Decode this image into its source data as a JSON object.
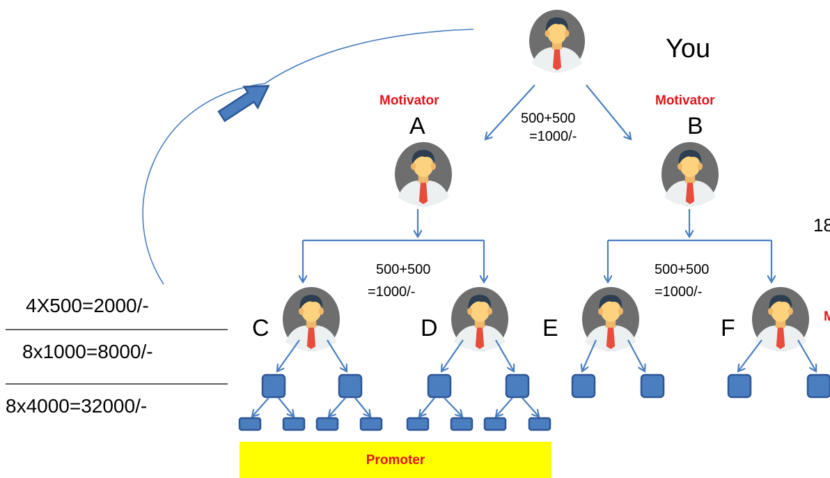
{
  "top_person": {
    "label": "You"
  },
  "motivators": [
    {
      "role": "Motivator",
      "letter": "A"
    },
    {
      "role": "Motivator",
      "letter": "B"
    }
  ],
  "amounts": {
    "top": [
      "500+500",
      "=1000/-"
    ],
    "left": [
      "500+500",
      "=1000/-"
    ],
    "right": [
      "500+500",
      "=1000/-"
    ]
  },
  "letters": {
    "c": "C",
    "d": "D",
    "e": "E",
    "f": "F"
  },
  "left_calcs": [
    "4X500=2000/-",
    "8x1000=8000/-",
    "8x4000=32000/-"
  ],
  "cut_text": {
    "right_number": "18",
    "right_red": "M"
  },
  "promoter": {
    "label": "Promoter"
  },
  "colors": {
    "accent_blue": "#4a7ebf",
    "box_outline": "#2f5597",
    "motivator_red": "#e0151b",
    "promoter_yellow": "#ffff00",
    "avatar_bg": "#6e6e6e",
    "skin": "#fcd27e",
    "hair": "#2c3e50",
    "shirt": "#ecf0f1",
    "tie": "#e74c3c"
  },
  "icons": {
    "person": "person-avatar-icon",
    "square": "member-square-icon"
  }
}
